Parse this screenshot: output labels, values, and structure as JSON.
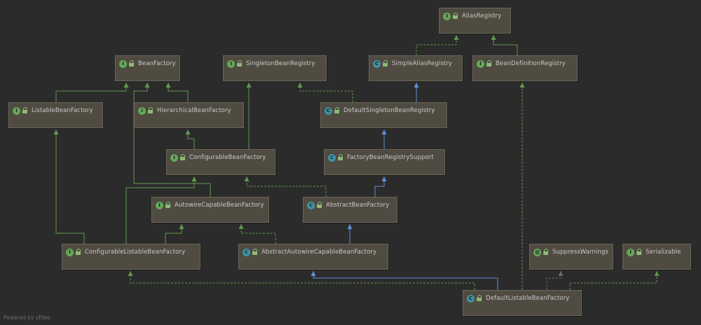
{
  "nodes": {
    "alias_registry": {
      "name": "AliasRegistry",
      "kind": "I"
    },
    "bean_factory": {
      "name": "BeanFactory",
      "kind": "I"
    },
    "singleton_bean_registry": {
      "name": "SingletonBeanRegistry",
      "kind": "I"
    },
    "simple_alias_registry": {
      "name": "SimpleAliasRegistry",
      "kind": "C"
    },
    "bean_definition_registry": {
      "name": "BeanDefinitionRegistry",
      "kind": "I"
    },
    "listable_bean_factory": {
      "name": "ListableBeanFactory",
      "kind": "I"
    },
    "hierarchical_bean_factory": {
      "name": "HierarchicalBeanFactory",
      "kind": "I"
    },
    "default_singleton_bean_registry": {
      "name": "DefaultSingletonBeanRegistry",
      "kind": "C"
    },
    "configurable_bean_factory": {
      "name": "ConfigurableBeanFactory",
      "kind": "I"
    },
    "factory_bean_registry_support": {
      "name": "FactoryBeanRegistrySupport",
      "kind": "C"
    },
    "autowire_capable_bean_factory": {
      "name": "AutowireCapableBeanFactory",
      "kind": "I"
    },
    "abstract_bean_factory": {
      "name": "AbstractBeanFactory",
      "kind": "C"
    },
    "configurable_listable_bean_factory": {
      "name": "ConfigurableListableBeanFactory",
      "kind": "I"
    },
    "abstract_autowire_capable_bean_factory": {
      "name": "AbstractAutowireCapableBeanFactory",
      "kind": "C"
    },
    "suppress_warnings": {
      "name": "SuppressWarnings",
      "kind": "@"
    },
    "serializable": {
      "name": "Serializable",
      "kind": "I"
    },
    "default_listable_bean_factory": {
      "name": "DefaultListableBeanFactory",
      "kind": "C"
    }
  },
  "colors": {
    "interface_arrow": "#5f9a4e",
    "class_arrow": "#5c8fd6",
    "interface_icon": "#64a85a",
    "class_icon": "#3f91a3",
    "node_fill": "#4f4b41",
    "background": "#2b2b2b"
  },
  "watermark": "Powered by yFiles"
}
